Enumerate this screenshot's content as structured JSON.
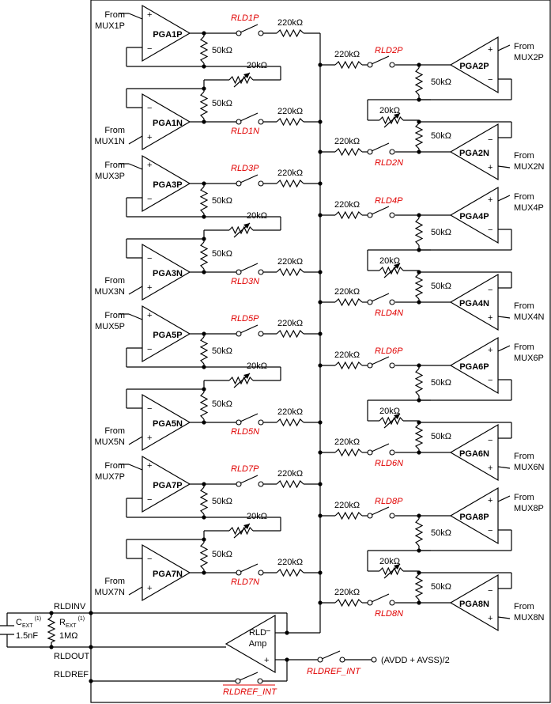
{
  "pga_left": [
    {
      "p": "PGA1P",
      "n": "PGA1N",
      "in_p": [
        "From",
        "MUX1P"
      ],
      "in_n": [
        "From",
        "MUX1N"
      ],
      "sw_p": "RLD1P",
      "sw_n": "RLD1N"
    },
    {
      "p": "PGA3P",
      "n": "PGA3N",
      "in_p": [
        "From",
        "MUX3P"
      ],
      "in_n": [
        "From",
        "MUX3N"
      ],
      "sw_p": "RLD3P",
      "sw_n": "RLD3N"
    },
    {
      "p": "PGA5P",
      "n": "PGA5N",
      "in_p": [
        "From",
        "MUX5P"
      ],
      "in_n": [
        "From",
        "MUX5N"
      ],
      "sw_p": "RLD5P",
      "sw_n": "RLD5N"
    },
    {
      "p": "PGA7P",
      "n": "PGA7N",
      "in_p": [
        "From",
        "MUX7P"
      ],
      "in_n": [
        "From",
        "MUX7N"
      ],
      "sw_p": "RLD7P",
      "sw_n": "RLD7N"
    }
  ],
  "pga_right": [
    {
      "p": "PGA2P",
      "n": "PGA2N",
      "in_p": [
        "From",
        "MUX2P"
      ],
      "in_n": [
        "From",
        "MUX2N"
      ],
      "sw_p": "RLD2P",
      "sw_n": "RLD2N"
    },
    {
      "p": "PGA4P",
      "n": "PGA4N",
      "in_p": [
        "From",
        "MUX4P"
      ],
      "in_n": [
        "From",
        "MUX4N"
      ],
      "sw_p": "RLD4P",
      "sw_n": "RLD4N"
    },
    {
      "p": "PGA6P",
      "n": "PGA6N",
      "in_p": [
        "From",
        "MUX6P"
      ],
      "in_n": [
        "From",
        "MUX6N"
      ],
      "sw_p": "RLD6P",
      "sw_n": "RLD6N"
    },
    {
      "p": "PGA8P",
      "n": "PGA8N",
      "in_p": [
        "From",
        "MUX8P"
      ],
      "in_n": [
        "From",
        "MUX8N"
      ],
      "sw_p": "RLD8P",
      "sw_n": "RLD8N"
    }
  ],
  "r_series": "220kΩ",
  "r_fb": "50kΩ",
  "r_gain": "20kΩ",
  "plus": "+",
  "minus": "−",
  "rld_amp": [
    "RLD",
    "Amp"
  ],
  "pins": {
    "rldinv": "RLDINV",
    "rldout": "RLDOUT",
    "rldref": "RLDREF"
  },
  "cext": {
    "name": "C",
    "sub": "EXT",
    "sup": "(1)",
    "value": "1.5nF"
  },
  "rext": {
    "name": "R",
    "sub": "EXT",
    "sup": "(1)",
    "value": "1MΩ"
  },
  "rldref_int": "RLDREF_INT",
  "rldref_int_bar": "RLDREF_INT",
  "ref_voltage": "(AVDD + AVSS)/2",
  "colors": {
    "switch_label": "#e00000",
    "wire": "#000000"
  }
}
